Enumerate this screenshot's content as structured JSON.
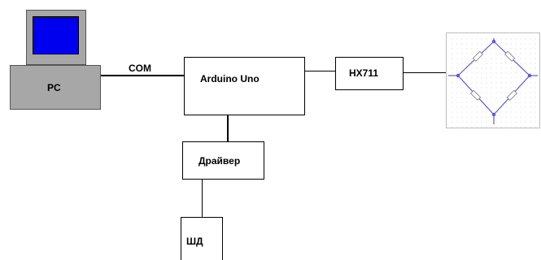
{
  "diagram": {
    "pc_label": "PC",
    "com_label": "COM",
    "arduino_label": "Arduino Uno",
    "hx711_label": "HX711",
    "driver_label": "Драйвер",
    "motor_label": "ШД"
  },
  "colors": {
    "screen": "#0000ee",
    "case": "#a7a7a7",
    "bridge_wire": "#5b5bd6"
  },
  "icons": {
    "pc": "computer-icon",
    "bridge": "strain-gauge-bridge-icon"
  }
}
